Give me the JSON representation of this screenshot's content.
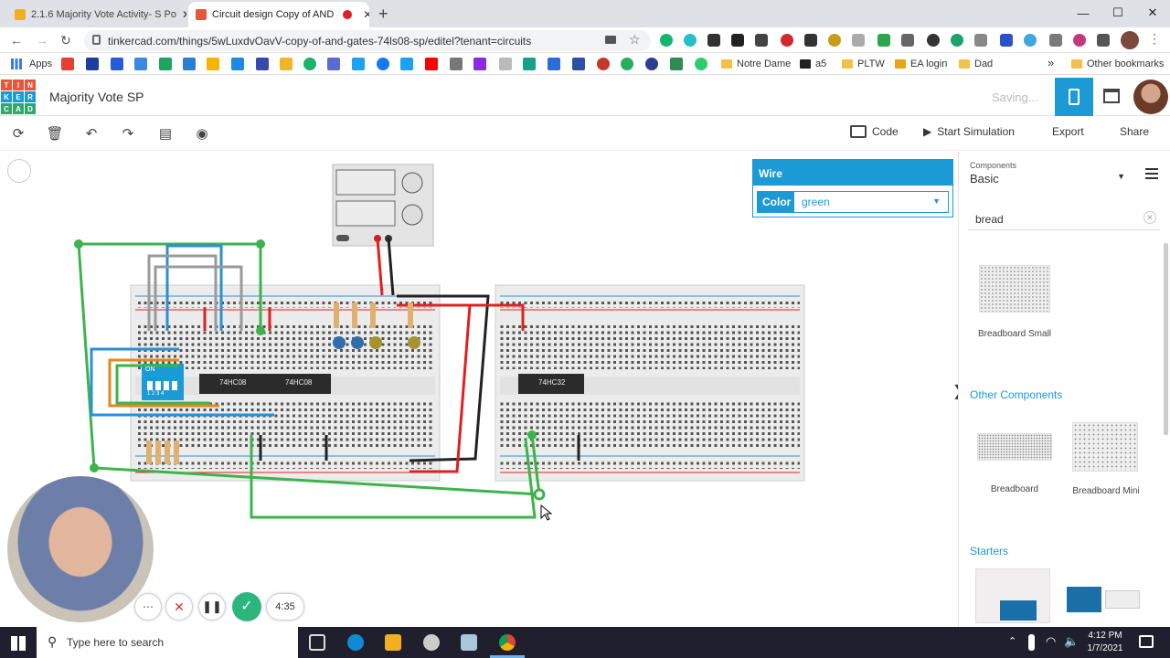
{
  "browser": {
    "tabs": [
      {
        "title": "2.1.6 Majority Vote Activity- S Po",
        "active": false
      },
      {
        "title": "Circuit design Copy of AND",
        "active": true
      }
    ],
    "url": "tinkercad.com/things/5wLuxdvOavV-copy-of-and-gates-74ls08-sp/editel?tenant=circuits",
    "bookmarks": {
      "apps": "Apps",
      "notre_dame": "Notre Dame",
      "a5": "a5",
      "pltw": "PLTW",
      "ea_login": "EA login",
      "dad": "Dad",
      "other": "Other bookmarks",
      "more": "»"
    }
  },
  "app": {
    "logo_letters": [
      "TIN",
      "KER",
      "CAD"
    ],
    "title": "Majority Vote SP",
    "saving": "Saving...",
    "toolbar": {
      "code": "Code",
      "start_simulation": "Start Simulation",
      "export": "Export",
      "share": "Share"
    }
  },
  "wire_panel": {
    "title": "Wire",
    "color_label": "Color",
    "color_value": "green"
  },
  "sidebar": {
    "components_label": "Components",
    "components_value": "Basic",
    "search_value": "bread",
    "items_top": [
      {
        "label": "Breadboard Small"
      }
    ],
    "other_components": "Other Components",
    "items_other": [
      {
        "label": "Breadboard"
      },
      {
        "label": "Breadboard Mini"
      }
    ],
    "starters": "Starters"
  },
  "circuit": {
    "chips": [
      "74HC08",
      "74HC08",
      "74HC32"
    ],
    "dip_label": "ON",
    "dip_numbers": "1 2 3 4"
  },
  "recorder": {
    "time": "4:35"
  },
  "taskbar": {
    "search_placeholder": "Type here to search",
    "time": "4:12 PM",
    "date": "1/7/2021"
  },
  "colors": {
    "accent": "#1c9ad6",
    "wire_green": "#3cb44b",
    "wire_red": "#e02020",
    "wire_blue": "#2a8fd6"
  }
}
